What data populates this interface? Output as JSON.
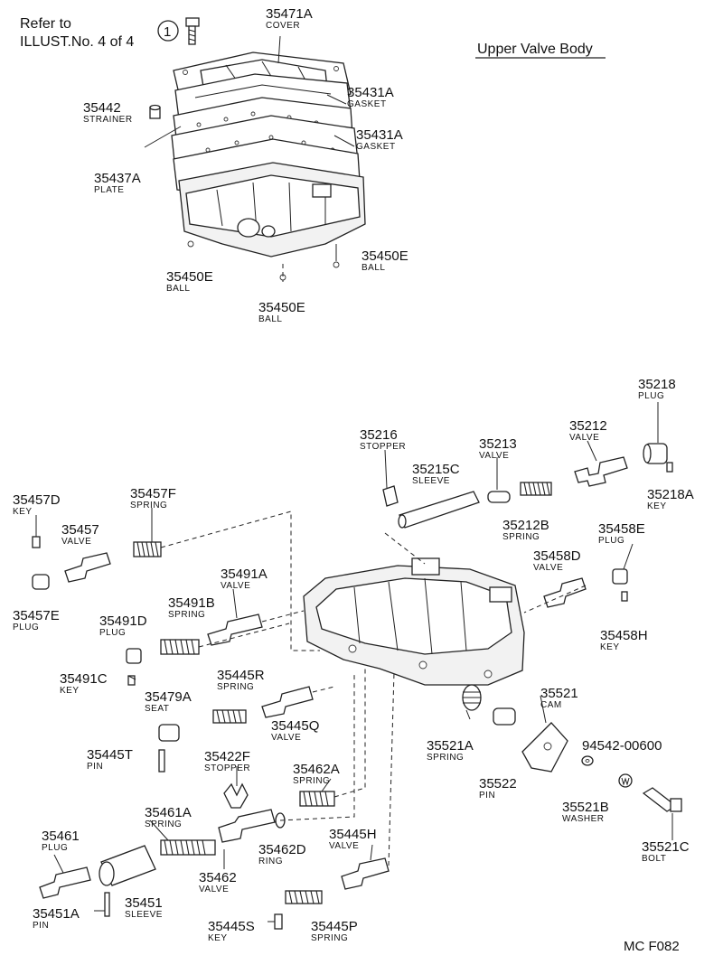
{
  "header": {
    "refer_line1": "Refer to",
    "refer_line2": "ILLUST.No. 4 of 4",
    "ref_mark": "1",
    "title": "Upper Valve Body"
  },
  "parts": [
    {
      "id": "p35471A",
      "number": "35471A",
      "name": "COVER"
    },
    {
      "id": "p35431A_1",
      "number": "35431A",
      "name": "GASKET"
    },
    {
      "id": "p35442",
      "number": "35442",
      "name": "STRAINER"
    },
    {
      "id": "p35431A_2",
      "number": "35431A",
      "name": "GASKET"
    },
    {
      "id": "p35437A",
      "number": "35437A",
      "name": "PLATE"
    },
    {
      "id": "p35450E_1",
      "number": "35450E",
      "name": "BALL"
    },
    {
      "id": "p35450E_2",
      "number": "35450E",
      "name": "BALL"
    },
    {
      "id": "p35450E_3",
      "number": "35450E",
      "name": "BALL"
    },
    {
      "id": "p35218",
      "number": "35218",
      "name": "PLUG"
    },
    {
      "id": "p35216",
      "number": "35216",
      "name": "STOPPER"
    },
    {
      "id": "p35213",
      "number": "35213",
      "name": "VALVE"
    },
    {
      "id": "p35212",
      "number": "35212",
      "name": "VALVE"
    },
    {
      "id": "p35215C",
      "number": "35215C",
      "name": "SLEEVE"
    },
    {
      "id": "p35218A",
      "number": "35218A",
      "name": "KEY"
    },
    {
      "id": "p35212B",
      "number": "35212B",
      "name": "SPRING"
    },
    {
      "id": "p35457D",
      "number": "35457D",
      "name": "KEY"
    },
    {
      "id": "p35457F",
      "number": "35457F",
      "name": "SPRING"
    },
    {
      "id": "p35457",
      "number": "35457",
      "name": "VALVE"
    },
    {
      "id": "p35458E",
      "number": "35458E",
      "name": "PLUG"
    },
    {
      "id": "p35458D",
      "number": "35458D",
      "name": "VALVE"
    },
    {
      "id": "p35491A",
      "number": "35491A",
      "name": "VALVE"
    },
    {
      "id": "p35491B",
      "number": "35491B",
      "name": "SPRING"
    },
    {
      "id": "p35457E",
      "number": "35457E",
      "name": "PLUG"
    },
    {
      "id": "p35491D",
      "number": "35491D",
      "name": "PLUG"
    },
    {
      "id": "p35458H",
      "number": "35458H",
      "name": "KEY"
    },
    {
      "id": "p35491C",
      "number": "35491C",
      "name": "KEY"
    },
    {
      "id": "p35445R",
      "number": "35445R",
      "name": "SPRING"
    },
    {
      "id": "p35479A",
      "number": "35479A",
      "name": "SEAT"
    },
    {
      "id": "p35521",
      "number": "35521",
      "name": "CAM"
    },
    {
      "id": "p35445Q",
      "number": "35445Q",
      "name": "VALVE"
    },
    {
      "id": "p35445T",
      "number": "35445T",
      "name": "PIN"
    },
    {
      "id": "p35422F",
      "number": "35422F",
      "name": "STOPPER"
    },
    {
      "id": "p35521A",
      "number": "35521A",
      "name": "SPRING"
    },
    {
      "id": "p94542",
      "number": "94542-00600",
      "name": ""
    },
    {
      "id": "p35462A",
      "number": "35462A",
      "name": "SPRING"
    },
    {
      "id": "p35522",
      "number": "35522",
      "name": "PIN"
    },
    {
      "id": "p35521B",
      "number": "35521B",
      "name": "WASHER"
    },
    {
      "id": "p35461A",
      "number": "35461A",
      "name": "SPRING"
    },
    {
      "id": "p35461",
      "number": "35461",
      "name": "PLUG"
    },
    {
      "id": "p35462D",
      "number": "35462D",
      "name": "RING"
    },
    {
      "id": "p35445H",
      "number": "35445H",
      "name": "VALVE"
    },
    {
      "id": "p35521C",
      "number": "35521C",
      "name": "BOLT"
    },
    {
      "id": "p35462",
      "number": "35462",
      "name": "VALVE"
    },
    {
      "id": "p35451",
      "number": "35451",
      "name": "SLEEVE"
    },
    {
      "id": "p35451A",
      "number": "35451A",
      "name": "PIN"
    },
    {
      "id": "p35445S",
      "number": "35445S",
      "name": "KEY"
    },
    {
      "id": "p35445P",
      "number": "35445P",
      "name": "SPRING"
    }
  ],
  "footer": {
    "code": "MC  F082"
  }
}
